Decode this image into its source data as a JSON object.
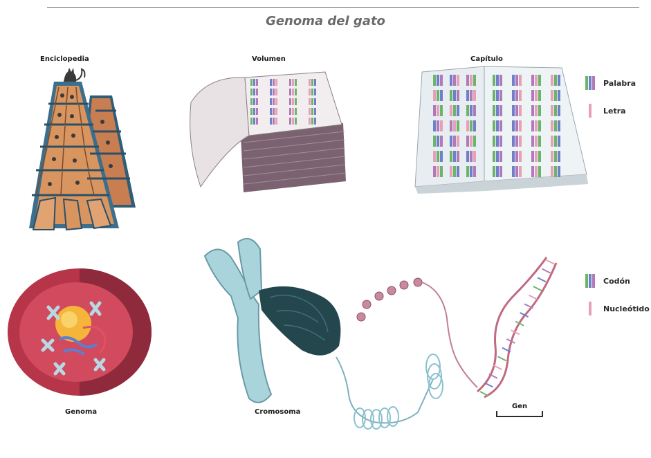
{
  "title": "Genoma del gato",
  "labels": {
    "enciclopedia": "Enciclopedia",
    "volumen": "Volumen",
    "capitulo": "Capítulo",
    "genoma": "Genoma",
    "cromosoma": "Cromosoma",
    "gen": "Gen"
  },
  "legend_top": [
    {
      "label": "Palabra",
      "icon": "codon-bars-icon"
    },
    {
      "label": "Letra",
      "icon": "single-bar-icon"
    }
  ],
  "legend_bottom": [
    {
      "label": "Codón",
      "icon": "codon-bars-icon"
    },
    {
      "label": "Nucleótido",
      "icon": "single-bar-icon"
    }
  ],
  "colors": {
    "green": "#6bb56b",
    "blue": "#6f7fc8",
    "purple": "#b07ab8",
    "pink": "#e6a0b8",
    "shelf": "#3d6f8c",
    "book": "#d49060",
    "cell": "#c23850",
    "chromosome": "#9ecfd8",
    "dna": "#c07888"
  }
}
